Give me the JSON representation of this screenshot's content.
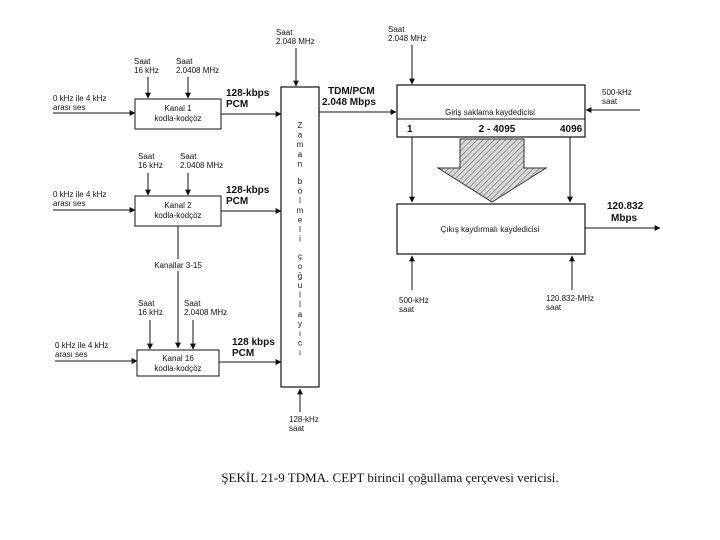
{
  "caption": "ŞEKİL 21-9 TDMA. CEPT birincil çoğullama çerçevesi vericisi.",
  "channels": [
    {
      "clock_a": [
        "Saat",
        "16 kHz"
      ],
      "clock_b": [
        "Saat",
        "2.0408 MHz"
      ],
      "input": [
        "0 kHz ile 4 kHz",
        "arası ses"
      ],
      "block": [
        "Kanal 1",
        "kodla-kodçöz"
      ],
      "rate": [
        "128-kbps",
        "PCM"
      ]
    },
    {
      "clock_a": [
        "Saat",
        "16 kHz"
      ],
      "clock_b": [
        "Saat",
        "2.0408 MHz"
      ],
      "input": [
        "0 kHz ile 4 kHz",
        "arası ses"
      ],
      "block": [
        "Kanal 2",
        "kodla-kodçöz"
      ],
      "rate": [
        "128-kbps",
        "PCM"
      ]
    },
    {
      "clock_a": [
        "Saat",
        "16 kHz"
      ],
      "clock_b": [
        "Saat",
        "2.0408 MHz"
      ],
      "input": [
        "0 kHz ile 4 kHz",
        "arası ses"
      ],
      "block": [
        "Kanal 16",
        "kodla-kodçöz"
      ],
      "rate": [
        "128 kbps",
        "PCM"
      ]
    }
  ],
  "channels_3_15": "Kanallar 3-15",
  "mux_clock_top": [
    "Saat",
    "2.048 MHz"
  ],
  "mux_clock_bottom": [
    "128-kHz",
    "saat"
  ],
  "mux_vertical": [
    "Z",
    "a",
    "m",
    "a",
    "n",
    "",
    "b",
    "ö",
    "l",
    "m",
    "e",
    "l",
    "i",
    "",
    "ç",
    "o",
    "ğ",
    "u",
    "l",
    "l",
    "a",
    "y",
    "ı",
    "c",
    "ı"
  ],
  "tdm_label": [
    "TDM/PCM",
    "2.048 Mbps"
  ],
  "input_reg": {
    "clock": [
      "Saat",
      "2.048 MHz"
    ],
    "title": "Giriş saklama kaydedicisi",
    "cell_first": "1",
    "cell_mid": "2 - 4095",
    "cell_last": "4096",
    "right_clock": [
      "500-kHz",
      "saat"
    ]
  },
  "output_reg": {
    "title": "Çıkış kaydırmalı kaydedicisi",
    "rate": [
      "120.832",
      "Mbps"
    ],
    "clock_left": [
      "500-kHz",
      "saat"
    ],
    "clock_right": [
      "120.832-MHz",
      "saat"
    ]
  }
}
